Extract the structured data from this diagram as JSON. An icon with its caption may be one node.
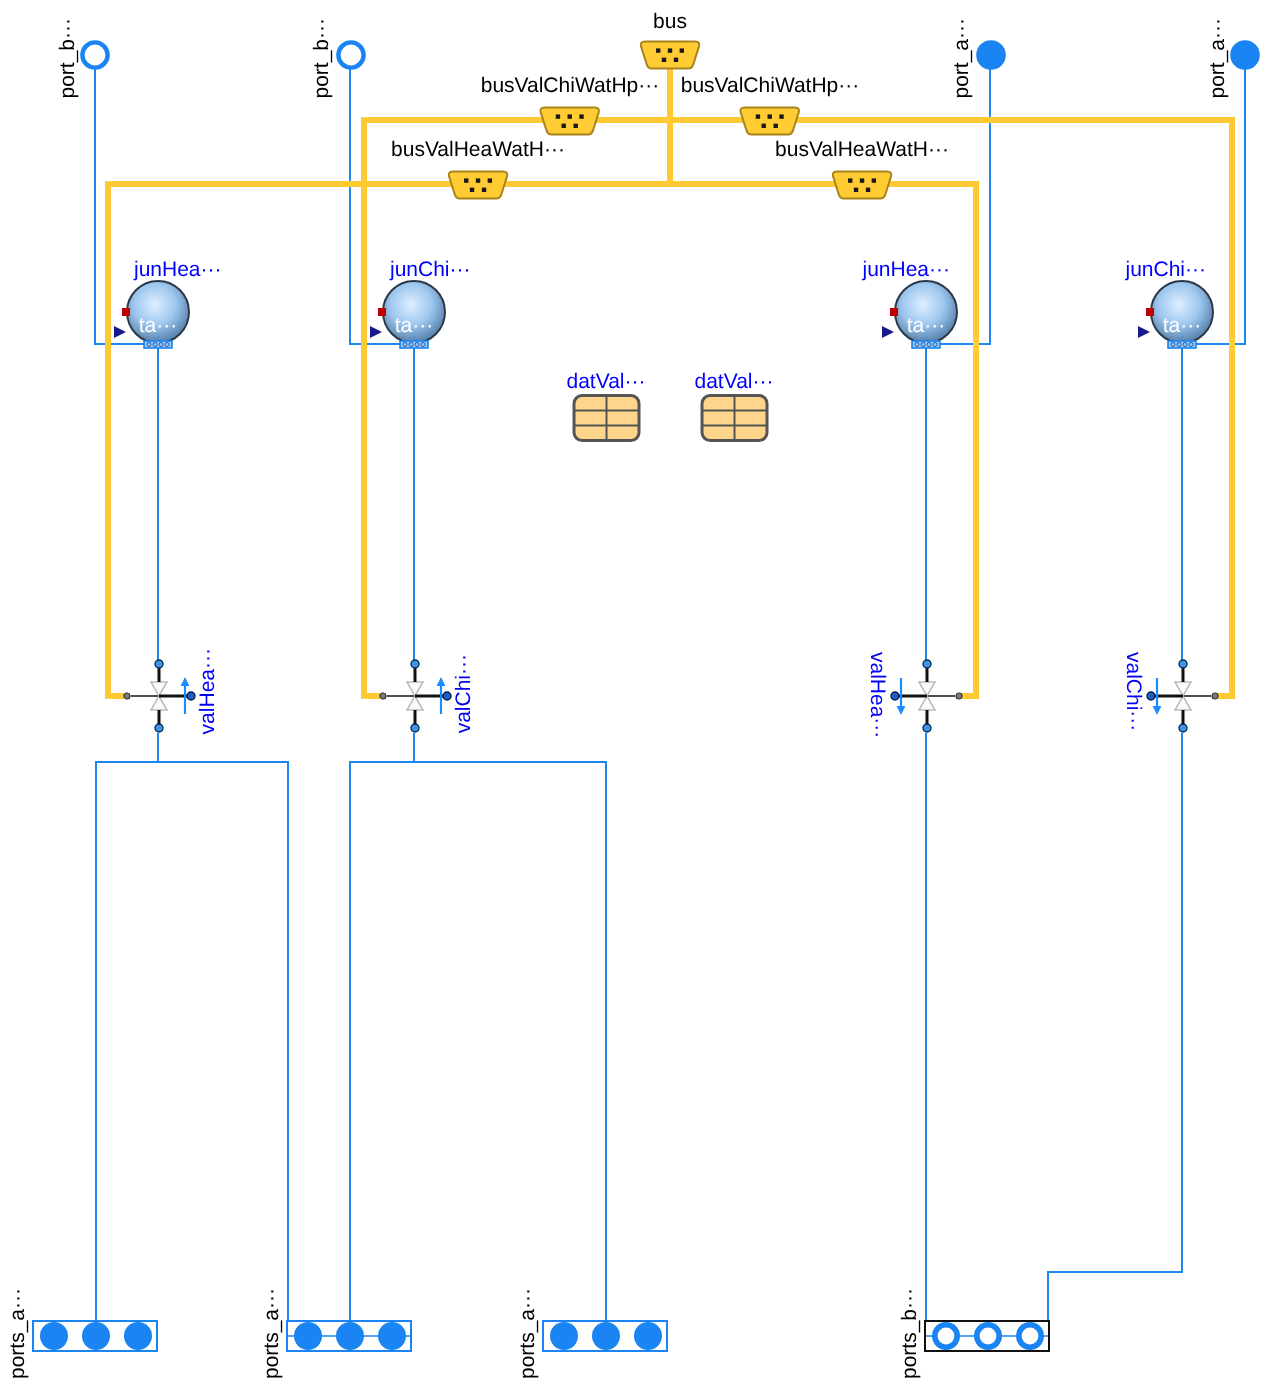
{
  "diagram": {
    "nodes": [
      {
        "text": [
          "port_b···"
        ]
      },
      {
        "text": [
          "port_b···"
        ]
      },
      {
        "text": [
          "bus"
        ]
      },
      {
        "text": [
          "port_a···"
        ]
      },
      {
        "text": [
          "port_a···"
        ]
      },
      {
        "text": [
          "busValChiWatHp···"
        ]
      },
      {
        "text": [
          "busValChiWatHp···"
        ]
      },
      {
        "text": [
          "busValHeaWatH···"
        ]
      },
      {
        "text": [
          "busValHeaWatH···"
        ]
      },
      {
        "text": [
          "junHea···",
          "ta···"
        ]
      },
      {
        "text": [
          "junChi···",
          "ta···"
        ]
      },
      {
        "text": [
          "junHea···",
          "ta···"
        ]
      },
      {
        "text": [
          "junChi···",
          "ta···"
        ]
      },
      {
        "text": [
          "datVal···"
        ]
      },
      {
        "text": [
          "datVal···"
        ]
      },
      {
        "text": [
          "valHea···"
        ]
      },
      {
        "text": [
          "valChi···"
        ]
      },
      {
        "text": [
          "valHea···"
        ]
      },
      {
        "text": [
          "valChi···"
        ]
      },
      {
        "text": [
          "ports_a···"
        ]
      },
      {
        "text": [
          "ports_a···"
        ]
      },
      {
        "text": [
          "ports_a···"
        ]
      },
      {
        "text": [
          "ports_b···"
        ]
      }
    ],
    "edges": [
      {
        "from": 0,
        "to": 9,
        "arrow": "none"
      },
      {
        "from": 9,
        "to": 15,
        "arrow": "none"
      },
      {
        "from": 15,
        "to": 19,
        "arrow": "none"
      },
      {
        "from": 15,
        "to": 20,
        "arrow": "none"
      },
      {
        "from": 1,
        "to": 10,
        "arrow": "none"
      },
      {
        "from": 10,
        "to": 16,
        "arrow": "none"
      },
      {
        "from": 16,
        "to": 20,
        "arrow": "none"
      },
      {
        "from": 16,
        "to": 21,
        "arrow": "none"
      },
      {
        "from": 3,
        "to": 11,
        "arrow": "none"
      },
      {
        "from": 11,
        "to": 17,
        "arrow": "none"
      },
      {
        "from": 17,
        "to": 22,
        "arrow": "none"
      },
      {
        "from": 4,
        "to": 12,
        "arrow": "none"
      },
      {
        "from": 12,
        "to": 18,
        "arrow": "none"
      },
      {
        "from": 18,
        "to": 22,
        "arrow": "none"
      },
      {
        "from": 2,
        "to": 5,
        "arrow": "none",
        "style": "thick",
        "color": "#ffc933"
      },
      {
        "from": 5,
        "to": 16,
        "arrow": "none",
        "style": "thick",
        "color": "#ffc933"
      },
      {
        "from": 2,
        "to": 6,
        "arrow": "none",
        "style": "thick",
        "color": "#ffc933"
      },
      {
        "from": 6,
        "to": 18,
        "arrow": "none",
        "style": "thick",
        "color": "#ffc933"
      },
      {
        "from": 2,
        "to": 7,
        "arrow": "none",
        "style": "thick",
        "color": "#ffc933"
      },
      {
        "from": 7,
        "to": 15,
        "arrow": "none",
        "style": "thick",
        "color": "#ffc933"
      },
      {
        "from": 2,
        "to": 8,
        "arrow": "none",
        "style": "thick",
        "color": "#ffc933"
      },
      {
        "from": 8,
        "to": 17,
        "arrow": "none",
        "style": "thick",
        "color": "#ffc933"
      }
    ]
  }
}
